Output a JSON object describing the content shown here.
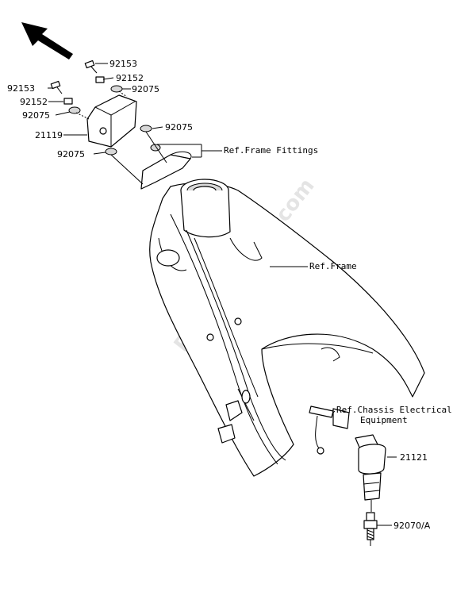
{
  "labels": {
    "bolt_top": "92153",
    "collar_top": "92152",
    "grommet_top": "92075",
    "bolt_left": "92153",
    "collar_left": "92152",
    "grommet_left": "92075",
    "grommet_right": "92075",
    "ecu": "21119",
    "grommet_bottom": "92075",
    "ref_frame_fittings": "Ref.Frame Fittings",
    "ref_frame": "Ref.Frame",
    "ref_chassis_line1": "Ref.Chassis Electrical",
    "ref_chassis_line2": "Equipment",
    "ignition_coil": "21121",
    "spark_plug": "92070/A"
  },
  "watermark": "Partsrepublik.com"
}
